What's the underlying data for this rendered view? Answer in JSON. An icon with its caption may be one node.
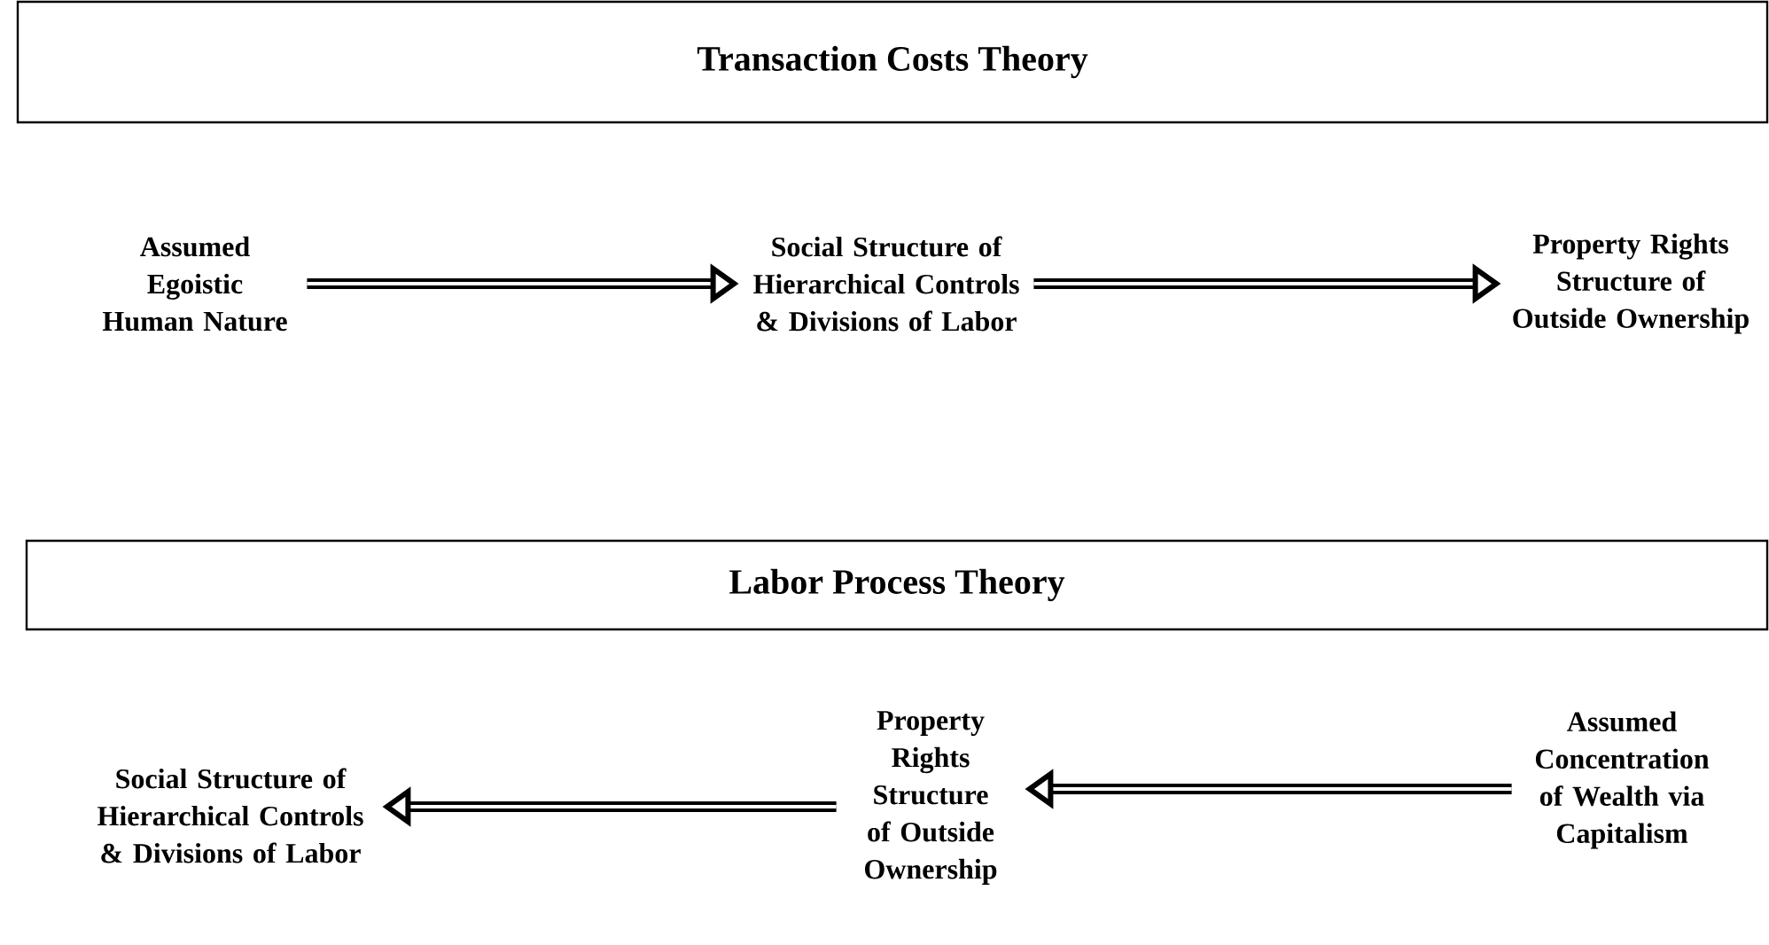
{
  "diagram": {
    "nodes": [
      {
        "text": [
          "Transaction Costs Theory"
        ]
      },
      {
        "text": [
          "Assumed Egoistic Human Nature"
        ]
      },
      {
        "text": [
          "Social Structure of Hierarchical Controls & Divisions of Labor"
        ]
      },
      {
        "text": [
          "Property Rights Structure of Outside Ownership"
        ]
      },
      {
        "text": [
          "Labor Process Theory"
        ]
      },
      {
        "text": [
          "Social Structure of Hierarchical Controls & Divisions of Labor"
        ]
      },
      {
        "text": [
          "Property Rights Structure of Outside Ownership"
        ]
      },
      {
        "text": [
          "Assumed Concentration of Wealth via Capitalism"
        ]
      }
    ],
    "edges": [
      {
        "from": 1,
        "to": 2,
        "arrow": "to"
      },
      {
        "from": 2,
        "to": 3,
        "arrow": "to"
      },
      {
        "from": 7,
        "to": 6,
        "arrow": "to"
      },
      {
        "from": 6,
        "to": 5,
        "arrow": "to"
      }
    ]
  }
}
